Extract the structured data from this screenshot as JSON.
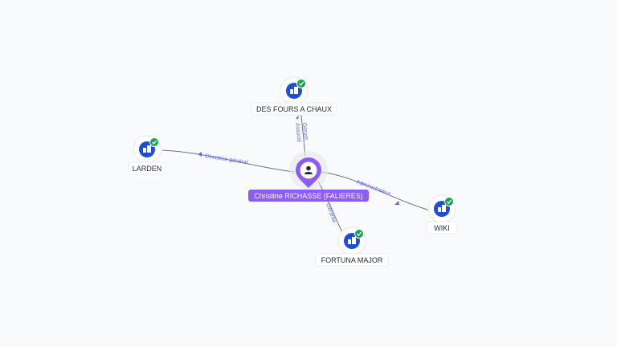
{
  "graph": {
    "person": {
      "name": "Christine RICHASSE (FALIERES)",
      "icon": "person-icon"
    },
    "companies": [
      {
        "id": "des-fours",
        "name": "DES FOURS A CHAUX",
        "icon": "building-icon",
        "status": "verified-check-icon"
      },
      {
        "id": "larden",
        "name": "LARDEN",
        "icon": "building-icon",
        "status": "verified-check-icon"
      },
      {
        "id": "wiki",
        "name": "WIKI",
        "icon": "building-icon",
        "status": "verified-check-icon"
      },
      {
        "id": "fortuna",
        "name": "FORTUNA MAJOR",
        "icon": "building-icon",
        "status": "verified-check-icon"
      }
    ],
    "relations": [
      {
        "to": "des-fours",
        "labels": [
          "Gérant",
          "Associé"
        ]
      },
      {
        "to": "larden",
        "labels": [
          "Directeur général"
        ]
      },
      {
        "to": "wiki",
        "labels": [
          "Administrateur"
        ]
      },
      {
        "to": "fortuna",
        "labels": [
          "Gérante"
        ]
      }
    ]
  },
  "colors": {
    "background": "#f9fafb",
    "person": "#8b5cf6",
    "company": "#1d4ed8",
    "verified": "#16a34a",
    "relation": "#6366f1"
  }
}
